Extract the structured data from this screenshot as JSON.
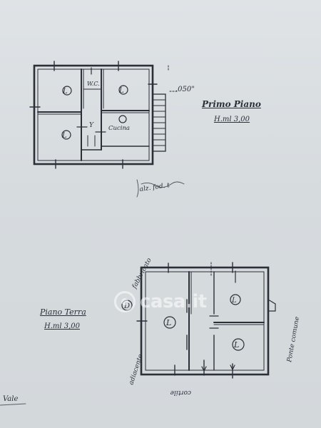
{
  "upper_floor": {
    "title": "Primo Piano",
    "height": "H.ml 3,00",
    "dimension_note": ".050\"",
    "rooms": {
      "room_1": "L",
      "bath": "W.C.",
      "room_2": "L",
      "room_3": "L",
      "kitchen": "Cucina",
      "hall": "Y"
    },
    "scribble": "alz. fod. t"
  },
  "ground_floor": {
    "title": "Piano Terra",
    "height": "H.ml 3,00",
    "side_left_top": "fabbricato",
    "side_left_bottom": "adiacente",
    "side_right": "Ponte comune",
    "bottom_label": "cortile",
    "rooms": {
      "room_a": "D",
      "room_b": "L",
      "room_c": "L",
      "room_d": "L"
    }
  },
  "margin_note": "Vale",
  "watermark": "casa.it"
}
